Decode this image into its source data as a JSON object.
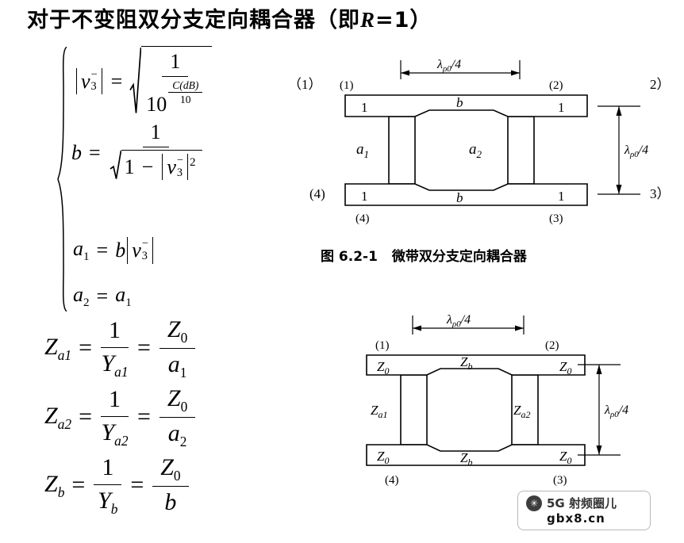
{
  "colors": {
    "ink": "#000000",
    "background": "#ffffff"
  },
  "title": {
    "pre": "对于不变阻双分支定向耦合器（即",
    "r": "R",
    "post": "=1）"
  },
  "tok": {
    "v": "v",
    "n3": "3",
    "minus": "−",
    "eq": "=",
    "one": "1",
    "ten": "10",
    "cdb": "C(dB)",
    "b": "b",
    "n2": "2",
    "a": "a",
    "n1": "1",
    "Z": "Z",
    "Y": "Y",
    "suba1": "a1",
    "suba2": "a2",
    "subb": "b",
    "sub0": "0"
  },
  "d1": {
    "dim": {
      "sym": "λ",
      "sub": "ρ0",
      "rest": "/4"
    },
    "ports": {
      "tl_outer": "（1）",
      "tl": "(1)",
      "tr": "(2)",
      "tr_cut": "2）",
      "bl_outer": "(4)",
      "bl": "(4)",
      "br": "(3)",
      "br_cut": "3）"
    },
    "top_labels": [
      "1",
      "b",
      "1"
    ],
    "bottom_labels": [
      "1",
      "b",
      "1"
    ],
    "left_branch": {
      "s": "a",
      "sub": "1"
    },
    "right_branch": {
      "s": "a",
      "sub": "2"
    }
  },
  "caption": {
    "fig": "图 6.2-1",
    "text": "微带双分支定向耦合器"
  },
  "d2": {
    "dim": {
      "sym": "λ",
      "sub": "ρ0",
      "rest": "/4"
    },
    "ports": {
      "tl": "(1)",
      "tr": "(2)",
      "bl": "(4)",
      "br": "(3)"
    },
    "top": [
      {
        "s": "Z",
        "sub": "0"
      },
      {
        "s": "Z",
        "sub": "b"
      },
      {
        "s": "Z",
        "sub": "0"
      }
    ],
    "bottom": [
      {
        "s": "Z",
        "sub": "0"
      },
      {
        "s": "Z",
        "sub": "b"
      },
      {
        "s": "Z",
        "sub": "0"
      }
    ],
    "left_branch": {
      "s": "Z",
      "sub": "a1"
    },
    "right_branch": {
      "s": "Z",
      "sub": "a2"
    }
  },
  "watermark": {
    "logo": "✳",
    "brand": "5G 射频圈儿",
    "site": "gbx8.cn"
  }
}
